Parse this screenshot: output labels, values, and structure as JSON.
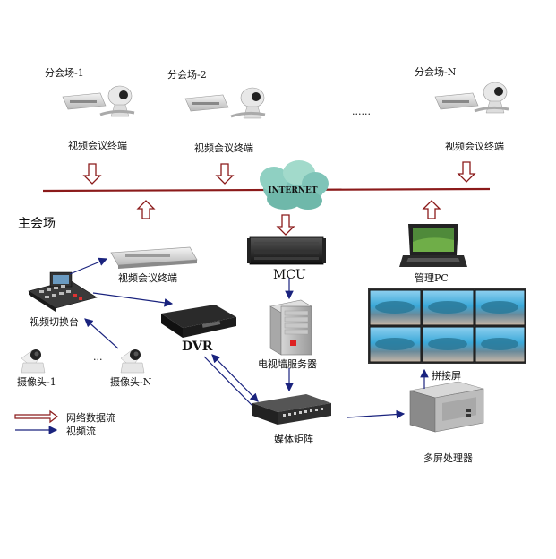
{
  "branches": [
    {
      "label": "分会场-1",
      "terminal": "视频会议终端"
    },
    {
      "label": "分会场-2",
      "terminal": "视频会议终端"
    },
    {
      "label": "分会场-N",
      "terminal": "视频会议终端"
    }
  ],
  "ellipsis": "......",
  "internet": "INTERNET",
  "main_site": "主会场",
  "main_terminal": "视频会议终端",
  "mcu": "MCU",
  "mgmt_pc": "管理PC",
  "switcher": "视频切换台",
  "dvr": "DVR",
  "wall_server": "电视墙服务器",
  "splice_screen": "拼接屏",
  "camera_1": "摄像头-1",
  "camera_n": "摄像头-N",
  "camera_ellipsis": "...",
  "media_matrix": "媒体矩阵",
  "multi_processor": "多屏处理器",
  "legend": {
    "network": "网络数据流",
    "video": "视频流"
  },
  "colors": {
    "network_line": "#8b1a1a",
    "video_arrow": "#1a237e",
    "cloud": "#7fc4b8"
  }
}
